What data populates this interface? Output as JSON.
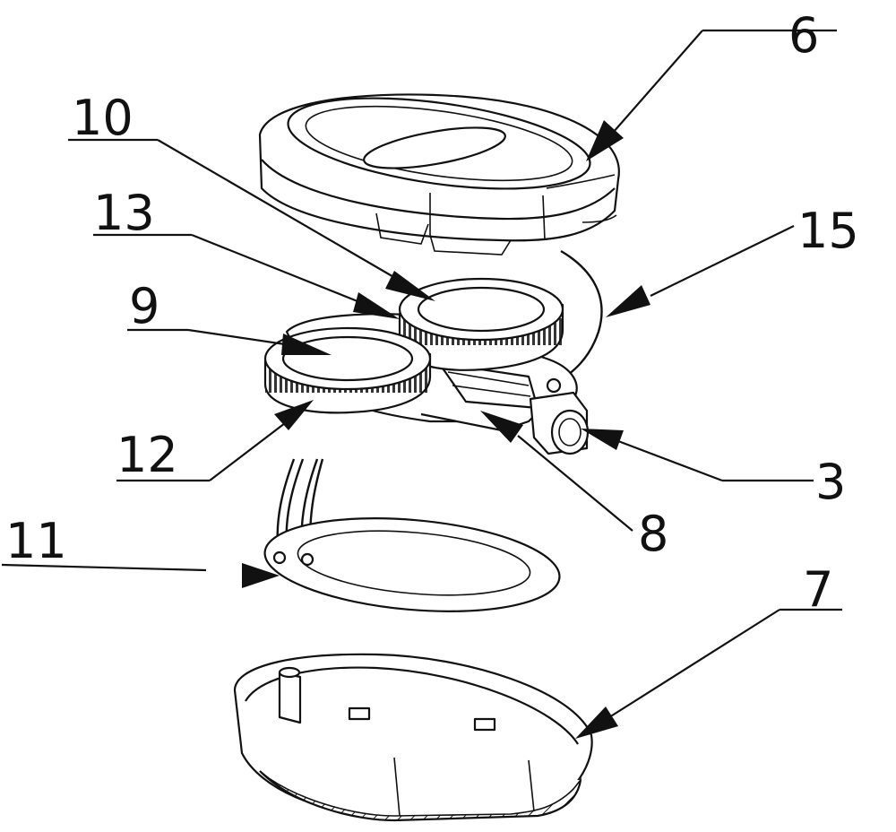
{
  "figure": {
    "labels": {
      "l6": "6",
      "l10": "10",
      "l13": "13",
      "l15": "15",
      "l9": "9",
      "l12": "12",
      "l3": "3",
      "l8": "8",
      "l11": "11",
      "l7": "7"
    }
  }
}
